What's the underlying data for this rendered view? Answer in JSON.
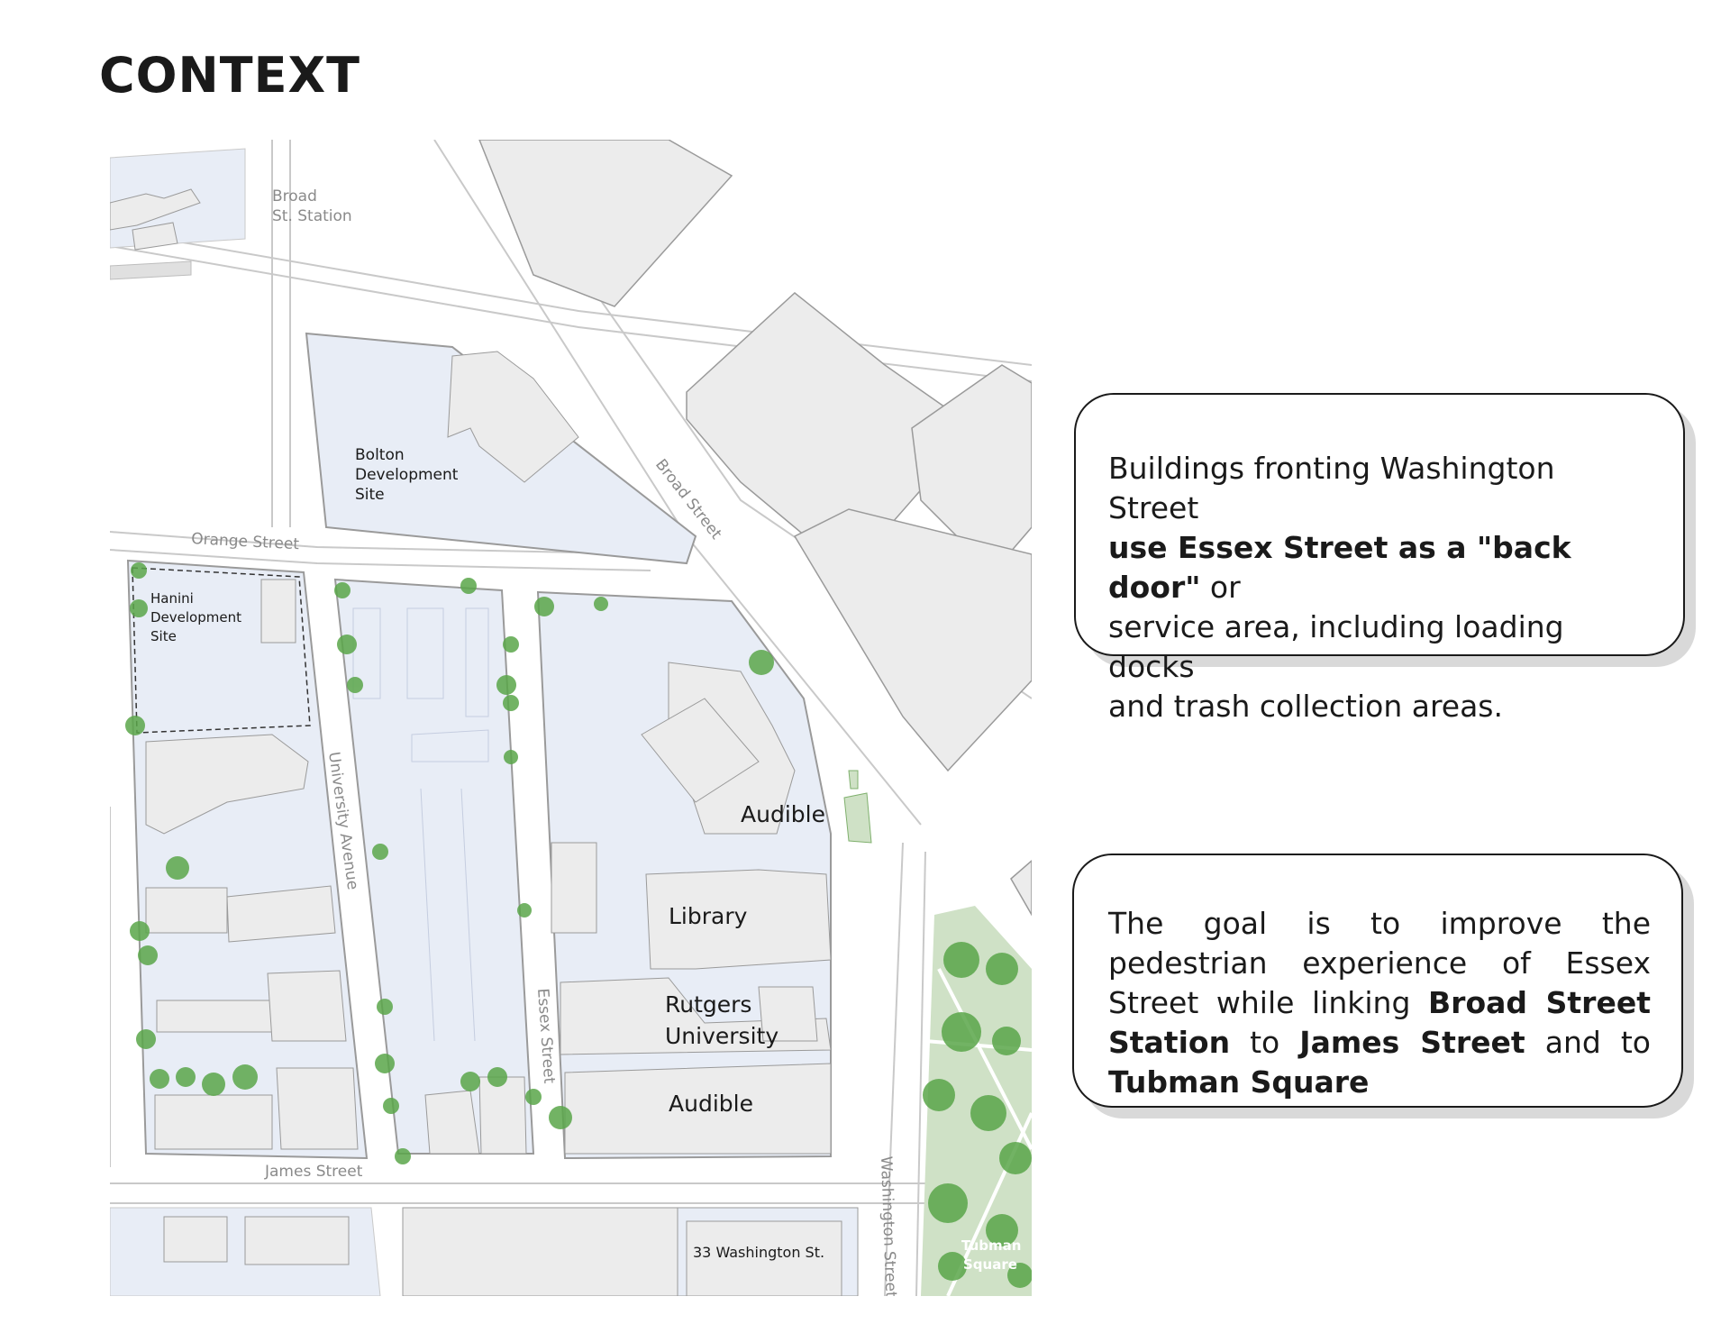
{
  "page": {
    "title": "CONTEXT"
  },
  "map_labels": {
    "broad_st_station": [
      "Broad",
      "St. Station"
    ],
    "bolton_site": [
      "Bolton",
      "Development",
      "Site"
    ],
    "hanini_site": [
      "Hanini",
      "Development",
      "Site"
    ],
    "orange_street": "Orange Street",
    "broad_street": "Broad Street",
    "university_avenue": "University Avenue",
    "essex_street": "Essex Street",
    "washington_street": "Washington Street",
    "james_street": "James Street",
    "audible_top": "Audible",
    "library": "Library",
    "rutgers": [
      "Rutgers",
      "University"
    ],
    "audible_bottom": "Audible",
    "washington_33": "33 Washington St.",
    "tubman_square": [
      "Tubman",
      "Square"
    ]
  },
  "callouts": {
    "first": {
      "line1": "Buildings fronting Washington Street",
      "bold": "use Essex Street as a \"back door\"",
      "line2_after": " or",
      "line3": "service area, including loading docks",
      "line4": "and trash collection areas."
    },
    "second": {
      "intro": "The goal is to improve the pedestrian experience of Essex Street while linking ",
      "station": "Broad Street Station",
      "to1": " to ",
      "james": "James Street",
      "to2": " and to ",
      "tubman": "Tubman Square"
    }
  },
  "colors": {
    "site_fill": "#e8edf6",
    "building_fill": "#ececec",
    "building_stroke": "#9a9a9a",
    "tree": "#5aa64a",
    "park": "#cfe1c6"
  }
}
